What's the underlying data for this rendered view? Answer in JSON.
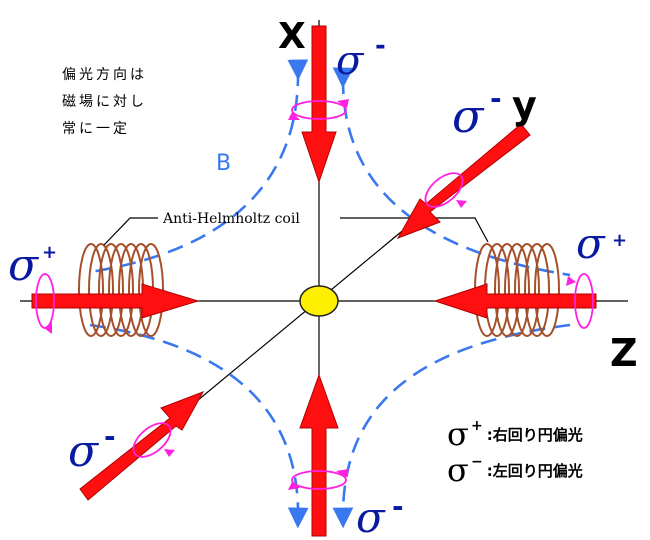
{
  "axes": {
    "x": "X",
    "y": "y",
    "z": "Z"
  },
  "field_label": "B",
  "coil_label": "Anti-Helmholtz coil",
  "note_lines": [
    "偏光方向は",
    "磁場に対し",
    "常に一定"
  ],
  "beams": {
    "x_top": {
      "symbol": "σ",
      "sign": "-"
    },
    "y_top": {
      "symbol": "σ",
      "sign": "-"
    },
    "z_left": {
      "symbol": "σ",
      "sign": "+"
    },
    "z_right": {
      "symbol": "σ",
      "sign": "+"
    },
    "y_bottom": {
      "symbol": "σ",
      "sign": "-"
    },
    "x_bottom": {
      "symbol": "σ",
      "sign": "-"
    }
  },
  "legend": [
    {
      "symbol": "σ",
      "sign": "+",
      "text": ":右回り円偏光"
    },
    {
      "symbol": "σ",
      "sign": "−",
      "text": ":左回り円偏光"
    }
  ],
  "colors": {
    "beam": "#ff0f0f",
    "field_lines": "#3a78f0",
    "coil": "#a5502a",
    "rotation_arrows": "#ff20e0",
    "atom_cloud": "#ffef00"
  }
}
